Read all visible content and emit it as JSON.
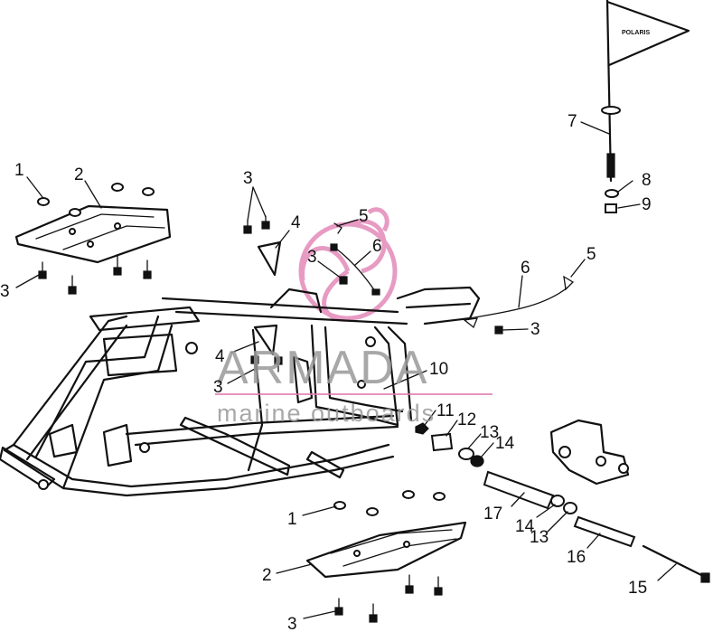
{
  "callouts": [
    {
      "id": "c1a",
      "text": "1"
    },
    {
      "id": "c2a",
      "text": "2"
    },
    {
      "id": "c3a",
      "text": "3"
    },
    {
      "id": "c3b",
      "text": "3"
    },
    {
      "id": "c4a",
      "text": "4"
    },
    {
      "id": "c5a",
      "text": "5"
    },
    {
      "id": "c3c",
      "text": "3"
    },
    {
      "id": "c6a",
      "text": "6"
    },
    {
      "id": "c7",
      "text": "7"
    },
    {
      "id": "c8",
      "text": "8"
    },
    {
      "id": "c9",
      "text": "9"
    },
    {
      "id": "c5b",
      "text": "5"
    },
    {
      "id": "c6b",
      "text": "6"
    },
    {
      "id": "c3d",
      "text": "3"
    },
    {
      "id": "c4b",
      "text": "4"
    },
    {
      "id": "c3e",
      "text": "3"
    },
    {
      "id": "c10",
      "text": "10"
    },
    {
      "id": "c11",
      "text": "11"
    },
    {
      "id": "c12",
      "text": "12"
    },
    {
      "id": "c13a",
      "text": "13"
    },
    {
      "id": "c14a",
      "text": "14"
    },
    {
      "id": "c17",
      "text": "17"
    },
    {
      "id": "c14b",
      "text": "14"
    },
    {
      "id": "c13b",
      "text": "13"
    },
    {
      "id": "c16",
      "text": "16"
    },
    {
      "id": "c15",
      "text": "15"
    },
    {
      "id": "c1b",
      "text": "1"
    },
    {
      "id": "c2b",
      "text": "2"
    },
    {
      "id": "c3f",
      "text": "3"
    }
  ],
  "watermark": {
    "brand": "ARMADA",
    "tagline": "marine outboards",
    "color": "#e07ab0"
  },
  "flag_text": "POLARIS",
  "colors": {
    "line": "#111111",
    "watermark_text": "#9a9a9a",
    "watermark_logo": "#e07ab0"
  }
}
